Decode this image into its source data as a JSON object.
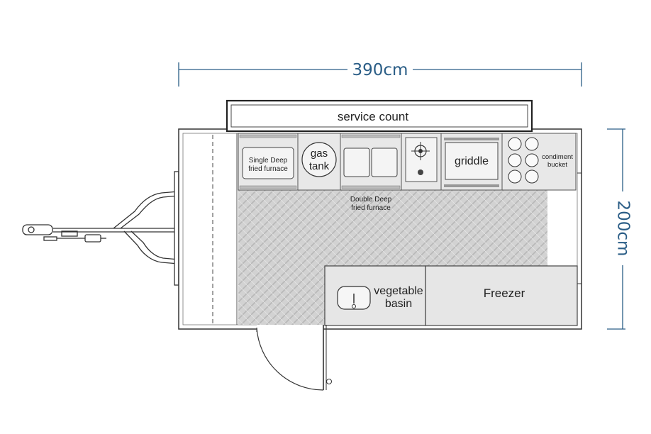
{
  "dimensions": {
    "width_label": "390cm",
    "height_label": "200cm"
  },
  "labels": {
    "service_counter": "service count",
    "single_fryer_line1": "Single Deep",
    "single_fryer_line2": "fried furnace",
    "gas_tank_line1": "gas",
    "gas_tank_line2": "tank",
    "double_fryer_line1": "Double Deep",
    "double_fryer_line2": "fried furnace",
    "griddle": "griddle",
    "condiment_line1": "condiment",
    "condiment_line2": "bucket",
    "vegetable_basin_line1": "vegetable",
    "vegetable_basin_line2": "basin",
    "freezer": "Freezer"
  },
  "colors": {
    "dimension": "#2a5d86",
    "floor": "#cfcfcf",
    "equipment": "#e6e6e6",
    "outline": "#333333"
  },
  "icons": {
    "burner": "burner-icon",
    "sink": "sink-icon",
    "door": "door-swing-icon",
    "hitch": "tow-hitch-icon"
  }
}
